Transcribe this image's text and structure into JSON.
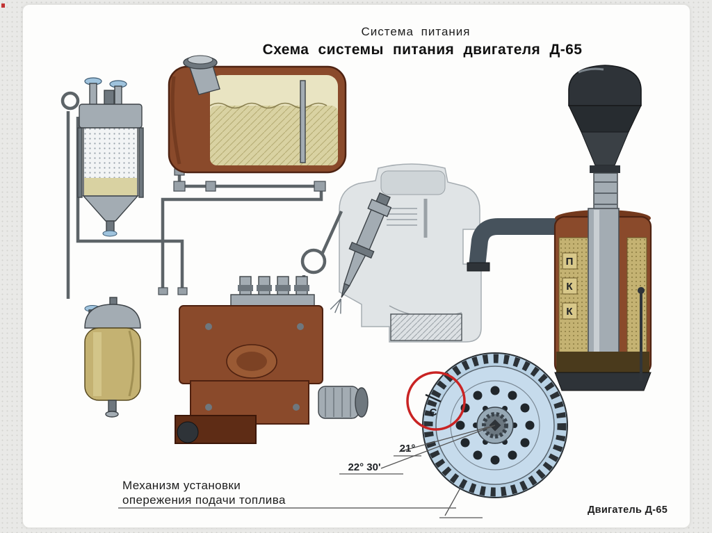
{
  "header": {
    "supertitle": "Система питания",
    "title": "Схема системы питания двигателя Д-65"
  },
  "diagram": {
    "air_cleaner_letters": [
      "П",
      "К",
      "К"
    ],
    "flywheel_mark_letter": "С",
    "angle_labels": {
      "advance": "21°",
      "full": "22° 30'"
    },
    "caption": {
      "line1": "Механизм установки",
      "line2": "опережения подачи топлива"
    },
    "footer_label": "Двигатель Д-65"
  },
  "theme": {
    "rust": "#8a4a2b",
    "rust-dark": "#5e2c15",
    "fuel": "#d9d2a2",
    "metal": "#a3acb3",
    "metal-dark": "#6e777e",
    "dark": "#2e3338",
    "flywheel": "#b9d2e5",
    "highlight": "#c92323",
    "tan": "#c4b272",
    "ink": "#1c1c1c",
    "line": "#5d6468"
  }
}
